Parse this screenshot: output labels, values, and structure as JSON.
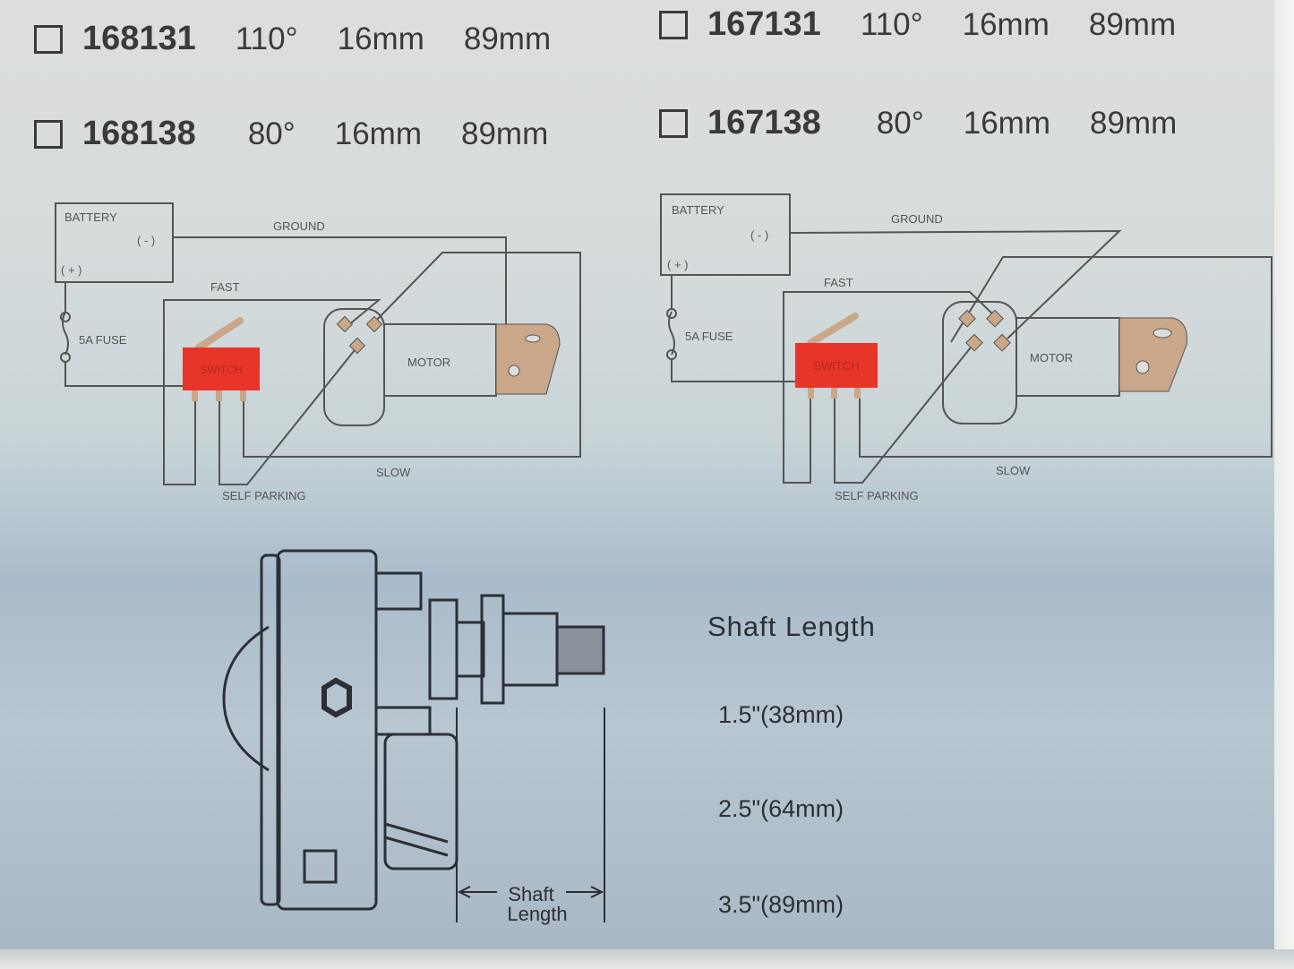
{
  "models": [
    {
      "code": "168131",
      "angle": "110°",
      "size": "16mm",
      "length": "89mm"
    },
    {
      "code": "168138",
      "angle": "80°",
      "size": "16mm",
      "length": "89mm"
    },
    {
      "code": "167131",
      "angle": "110°",
      "size": "16mm",
      "length": "89mm"
    },
    {
      "code": "167138",
      "angle": "80°",
      "size": "16mm",
      "length": "89mm"
    }
  ],
  "diagram_left": {
    "battery": "BATTERY",
    "neg": "( - )",
    "pos": "( + )",
    "ground": "GROUND",
    "fast": "FAST",
    "fuse": "5A FUSE",
    "switch": "SWITCH",
    "motor": "MOTOR",
    "slow": "SLOW",
    "self_parking": "SELF PARKING"
  },
  "diagram_right": {
    "battery": "BATTERY",
    "neg": "( - )",
    "pos": "( + )",
    "ground": "GROUND",
    "fast": "FAST",
    "fuse": "5A FUSE",
    "switch": "SWITCH",
    "motor": "MOTOR",
    "slow": "SLOW",
    "self_parking": "SELF PARKING"
  },
  "shaft": {
    "title": "Shaft Length",
    "options": [
      "1.5\"(38mm)",
      "2.5\"(64mm)",
      "3.5\"(89mm)"
    ],
    "label_line1": "Shaft",
    "label_line2": "Length"
  },
  "colors": {
    "switch": "#e8352a",
    "bracket": "#c9a788"
  }
}
